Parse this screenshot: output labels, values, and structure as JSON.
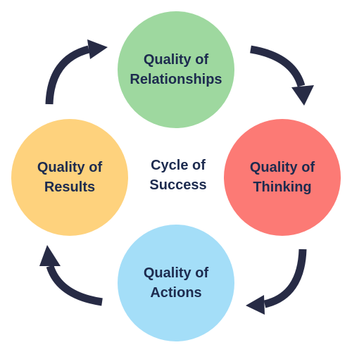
{
  "center": {
    "title": "Cycle of\nSuccess"
  },
  "nodes": [
    {
      "id": "relationships",
      "label": "Quality of\nRelationships",
      "color": "#9ed89f"
    },
    {
      "id": "thinking",
      "label": "Quality of\nThinking",
      "color": "#fc7a75"
    },
    {
      "id": "actions",
      "label": "Quality of\nActions",
      "color": "#a4def8"
    },
    {
      "id": "results",
      "label": "Quality of\nResults",
      "color": "#fed27d"
    }
  ],
  "arrow_color": "#272b45"
}
